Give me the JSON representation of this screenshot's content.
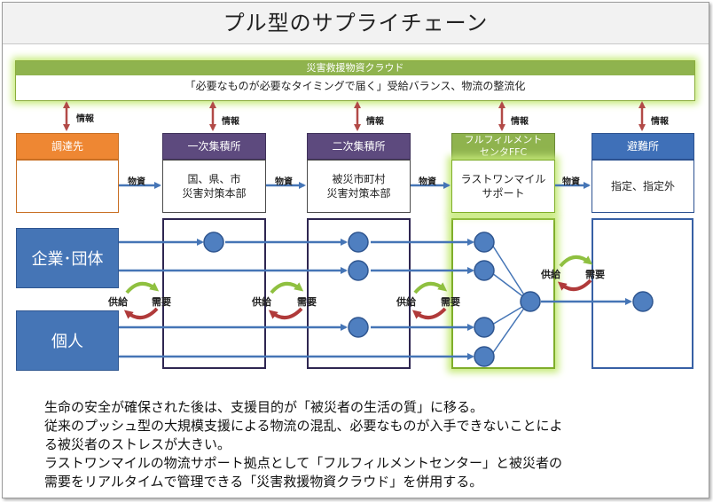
{
  "title": "プル型のサプライチェーン",
  "cloud": {
    "header": "災害救援物資クラウド",
    "body": "「必要なものが必要なタイミングで届く」受給バランス、物流の整流化"
  },
  "labels": {
    "info": "情報",
    "goods": "物資",
    "supply": "供給",
    "demand": "需要"
  },
  "stages": [
    {
      "header": "調達先",
      "body": ""
    },
    {
      "header": "一次集積所",
      "body": "国、県、市\n災害対策本部"
    },
    {
      "header": "二次集積所",
      "body": "被災市町村\n災害対策本部"
    },
    {
      "header": "フルフィルメント\nセンタFFC",
      "body": "ラストワンマイル\nサポート"
    },
    {
      "header": "避難所",
      "body": "指定、指定外"
    }
  ],
  "entities": {
    "companies": "企業･団体",
    "individuals": "個人"
  },
  "notes": [
    "生命の安全が確保された後は、支援目的が「被災者の生活の質」に移る。",
    "従来のプッシュ型の大規模支援による物流の混乱、必要なものが入手できないことによ",
    "る被災者のストレスが大きい。",
    "ラストワンマイルの物流サポート拠点として「フルフィルメントセンター」と被災者の",
    "需要をリアルタイムで管理できる「災害救援物資クラウド」を併用する。"
  ],
  "colors": {
    "orange": "#ee8733",
    "purple": "#5d4a7e",
    "green": "#8fb34e",
    "blue": "#3f70b8",
    "arrow_blue": "#4575b6",
    "arrow_red": "#b24a47",
    "node": "#4f7fc0"
  }
}
